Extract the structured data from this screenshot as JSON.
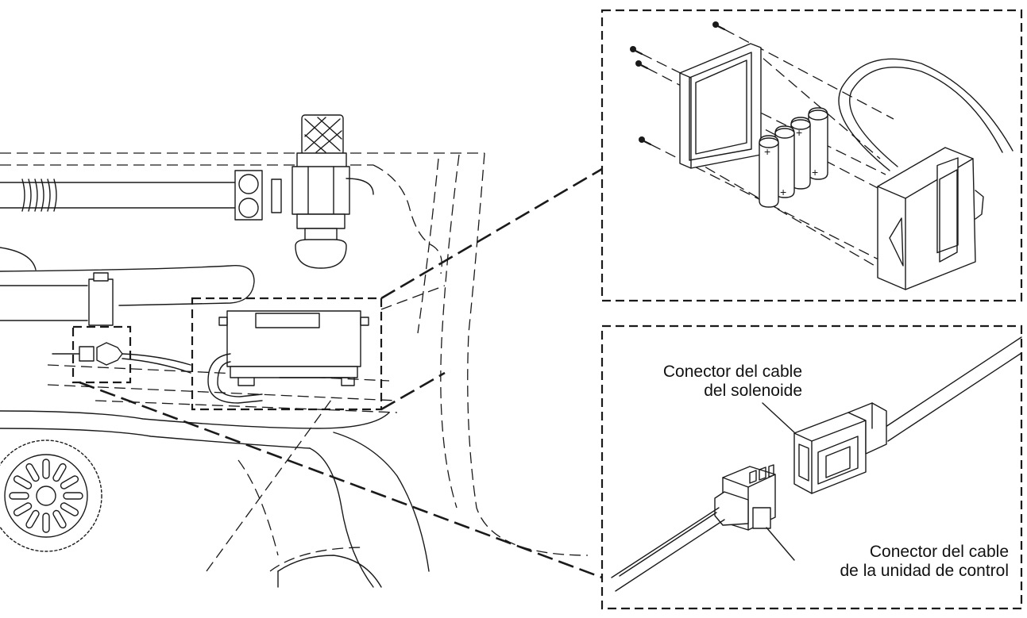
{
  "labels": {
    "solenoid_connector": [
      "Conector del cable",
      "del solenoide"
    ],
    "control_connector": [
      "Conector del cable",
      "de la unidad de control"
    ]
  },
  "colors": {
    "line": "#1a1a1a",
    "background": "#ffffff"
  }
}
